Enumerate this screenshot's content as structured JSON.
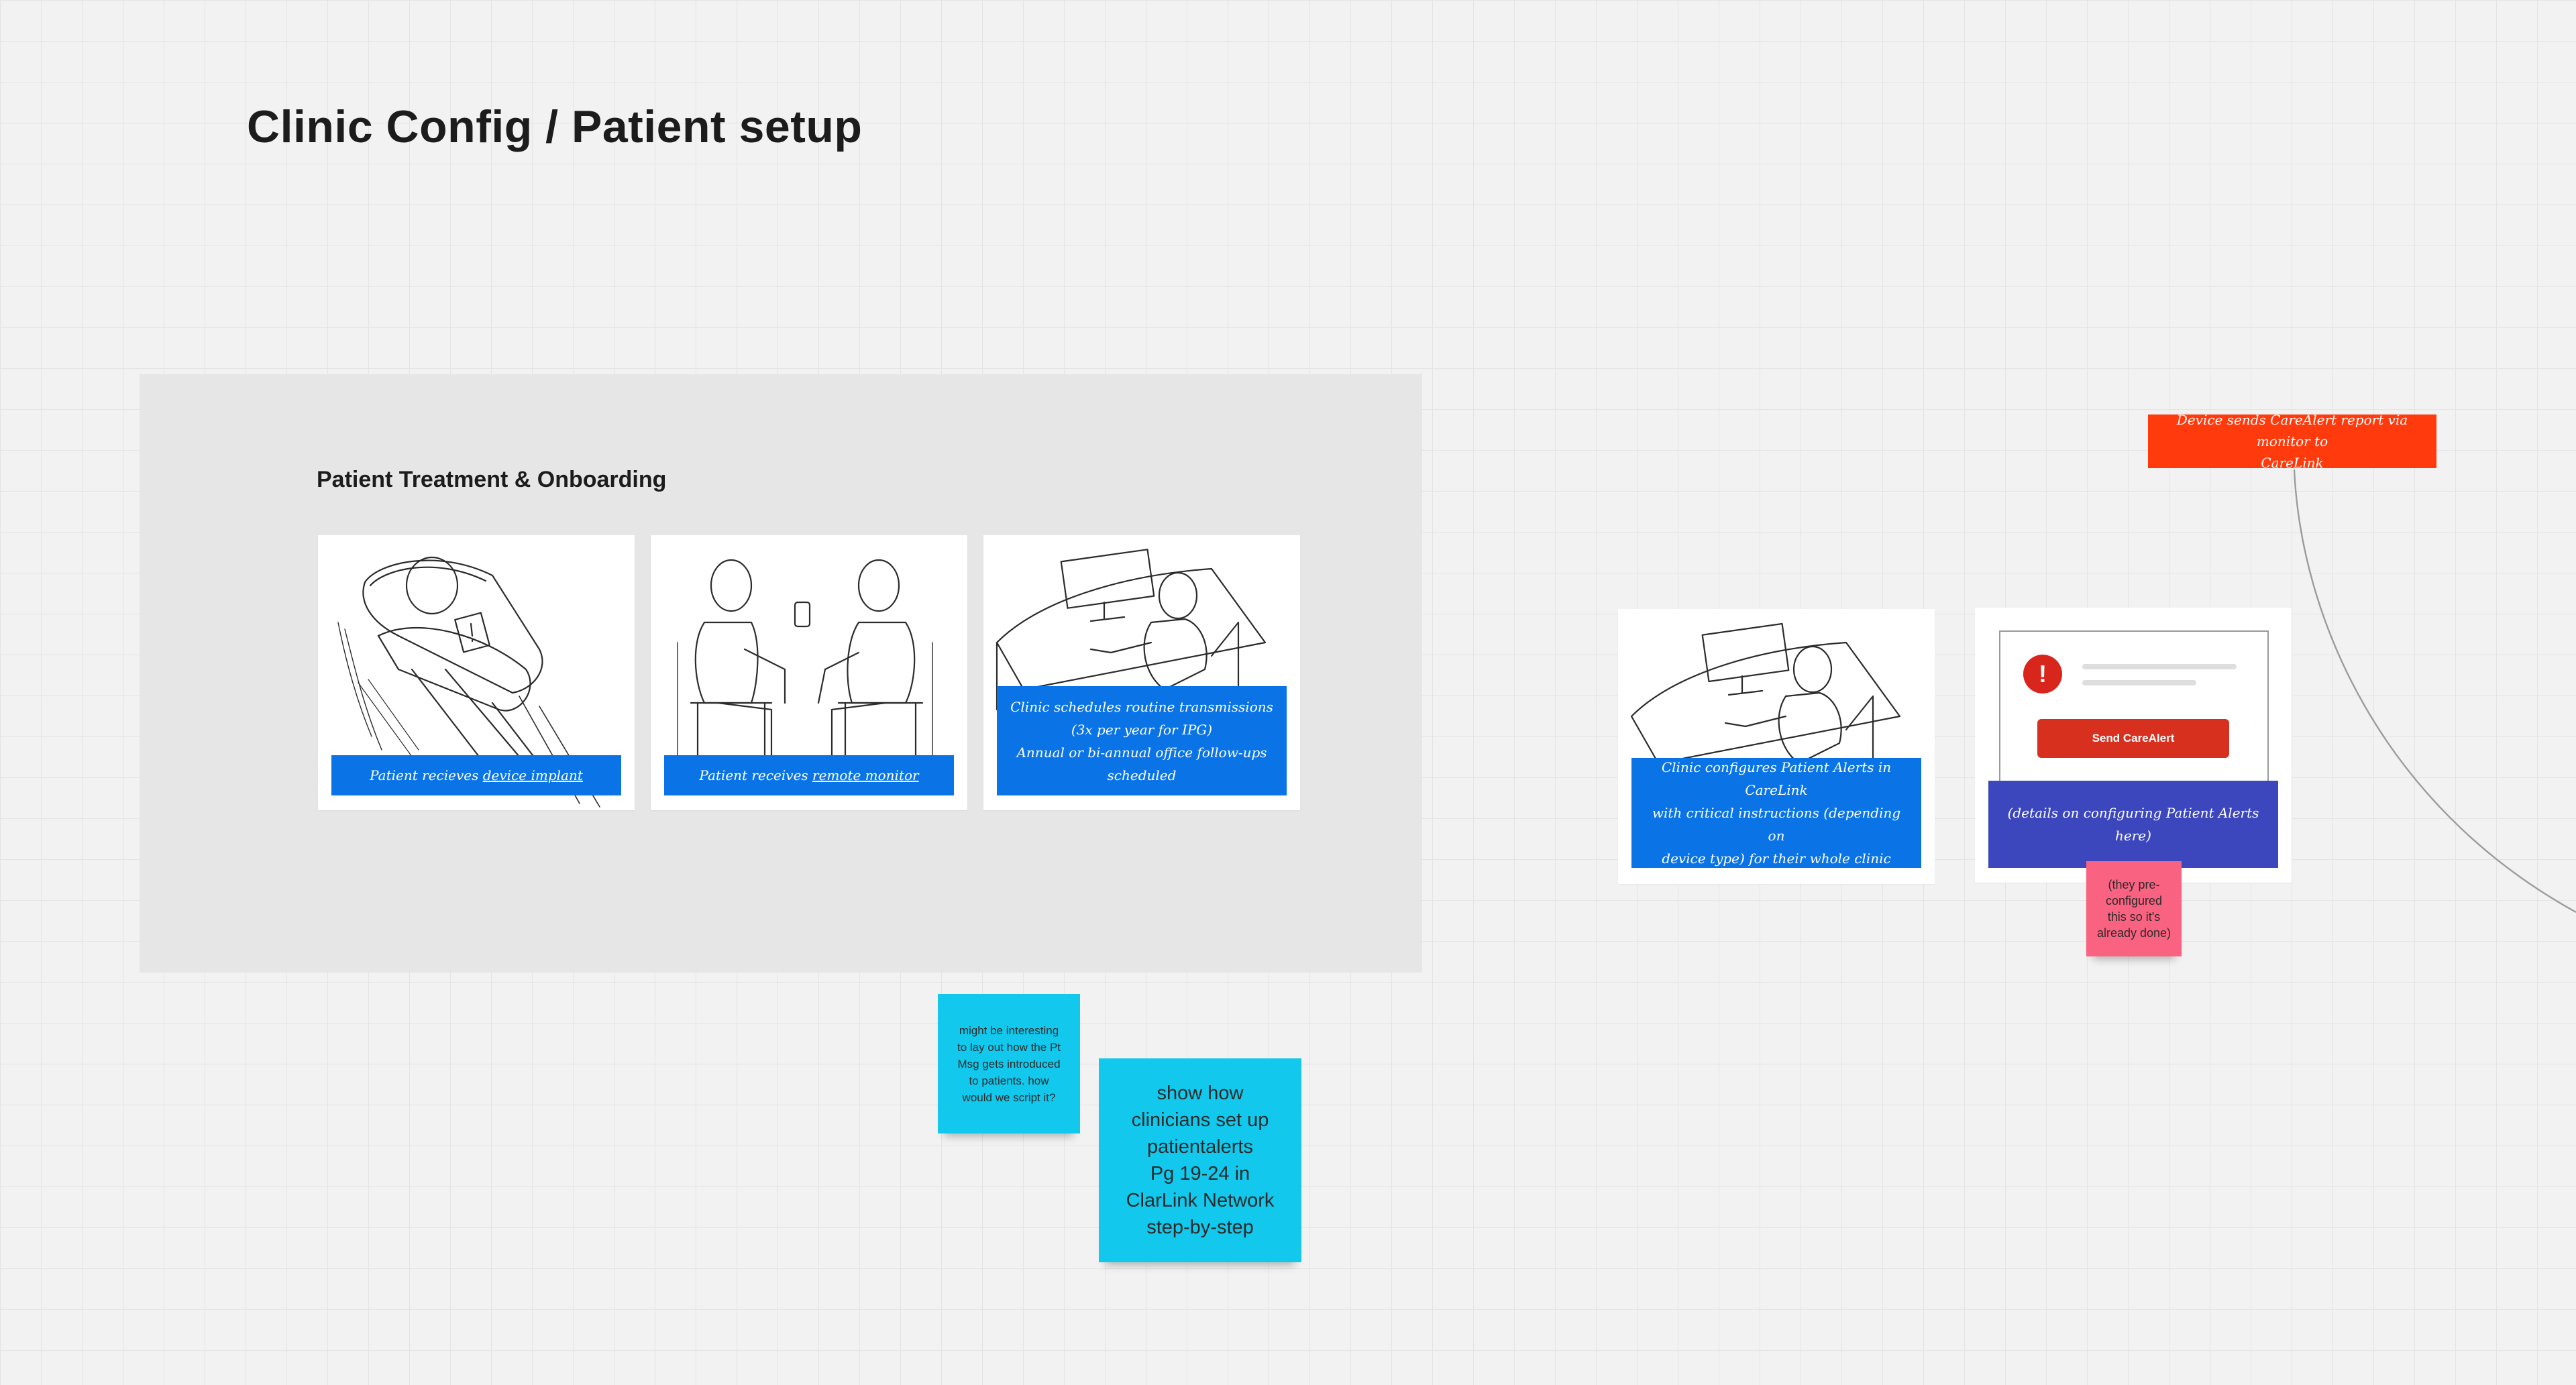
{
  "board": {
    "title": "Clinic Config / Patient setup"
  },
  "frame": {
    "title": "Patient Treatment & Onboarding",
    "cards": [
      {
        "caption_prefix": "Patient recieves ",
        "caption_link": "device implant",
        "sketch": "patient-in-bed-sketch"
      },
      {
        "caption_prefix": "Patient receives ",
        "caption_link": "remote monitor",
        "sketch": "two-people-seated-sketch"
      },
      {
        "caption_line1": "Clinic schedules routine transmissions",
        "caption_line2": "(3x per year for IPG)",
        "caption_line3": "Annual or bi-annual office follow-ups",
        "caption_line4": "scheduled",
        "sketch": "clinician-at-desk-sketch"
      }
    ]
  },
  "cards_right": {
    "config_card": {
      "caption_line1": "Clinic configures Patient Alerts in CareLink",
      "caption_line2": "with critical instructions (depending on",
      "caption_line3": "device type) for their whole clinic",
      "sketch": "clinician-at-desk-sketch"
    },
    "alert_card": {
      "icon": "alert-icon",
      "icon_glyph": "!",
      "button_label": "Send CareAlert",
      "caption": "(details on configuring Patient Alerts here)"
    }
  },
  "stickies": {
    "pink_note_line1": "(they pre-",
    "pink_note_line2": "configured",
    "pink_note_line3": "this so it's",
    "pink_note_line4": "already done)",
    "red_note_line1": "Device sends CareAlert report via monitor to",
    "red_note_line2": "CareLink",
    "cyan_small_line1": "might be interesting",
    "cyan_small_line2": "to lay out how the Pt",
    "cyan_small_line3": "Msg gets introduced",
    "cyan_small_line4": "to patients.  how",
    "cyan_small_line5": "would we script it?",
    "cyan_large_line1": "show how",
    "cyan_large_line2": "clinicians set up",
    "cyan_large_line3": "patientalerts",
    "cyan_large_line4": "Pg 19-24 in",
    "cyan_large_line5": "ClarLink Network",
    "cyan_large_line6": "step-by-step"
  },
  "colors": {
    "canvas": "#f2f2f2",
    "frame": "#e6e6e6",
    "caption_blue": "#0a74e6",
    "caption_purple": "#3c47bd",
    "sticky_cyan": "#12c8ec",
    "sticky_pink": "#fa6281",
    "sticky_red": "#ff3a0d",
    "alert_red": "#d8261c"
  }
}
